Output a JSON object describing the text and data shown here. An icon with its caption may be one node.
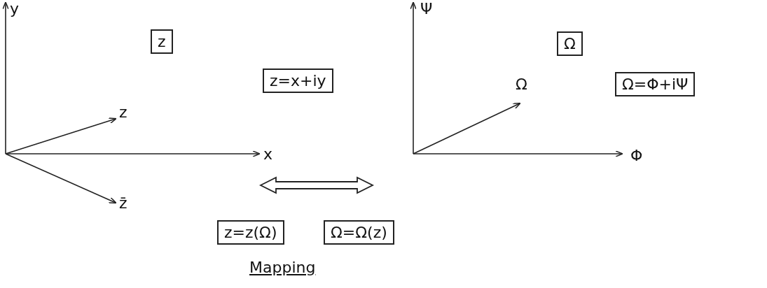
{
  "diagram": {
    "nodes": [
      {
        "text": [],
        "shape": "picture"
      },
      {
        "text": [
          "z"
        ],
        "in": 0
      },
      {
        "text": [
          "z=x+iy"
        ]
      },
      {
        "text": [],
        "shape": "picture"
      },
      {
        "text": [
          "Ω"
        ],
        "in": 3
      },
      {
        "text": [
          "Ω=Φ+iΨ"
        ]
      },
      {
        "text": [
          "z=z(Ω)"
        ]
      },
      {
        "text": [
          "Ω=Ω(z)"
        ]
      }
    ],
    "edges": [
      {
        "from": 0,
        "to": 3,
        "arrow": "both"
      }
    ],
    "labels": [
      "y",
      "Ψ",
      "z",
      "Ω",
      "x",
      "Φ",
      "z̄",
      "Mapping"
    ]
  }
}
